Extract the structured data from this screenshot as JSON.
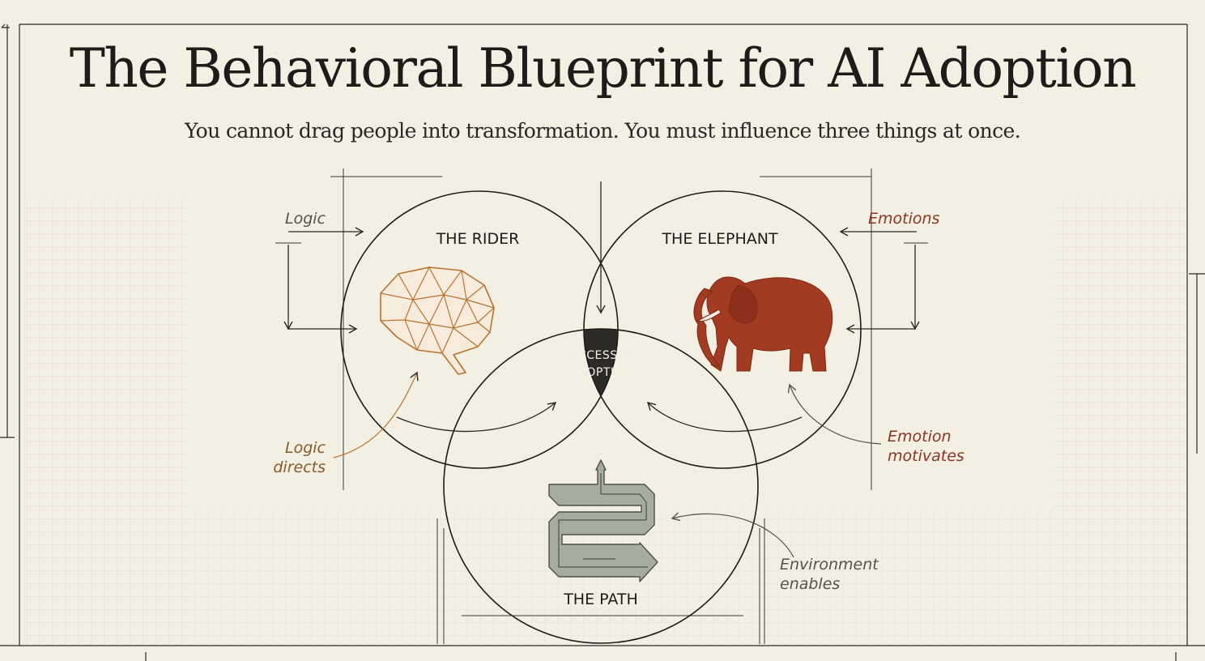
{
  "title": "The Behavioral Blueprint for AI Adoption",
  "subtitle": "You cannot drag people into transformation. You must influence three things at once.",
  "circles": {
    "rider": "THE RIDER",
    "elephant": "THE ELEPHANT",
    "path": "THE PATH"
  },
  "center": {
    "line1": "SUCCESSFUL",
    "line2": "ADOPTION"
  },
  "annotations": {
    "logic": "Logic",
    "emotions": "Emotions",
    "logic_directs_1": "Logic",
    "logic_directs_2": "directs",
    "emotion_motivates_1": "Emotion",
    "emotion_motivates_2": "motivates",
    "environment_enables_1": "Environment",
    "environment_enables_2": "enables"
  },
  "colors": {
    "background": "#f3efe3",
    "ink": "#1e1c18",
    "brain": "#b8742e",
    "elephant": "#a33a22",
    "path": "#a7ad9c",
    "annotation_warm": "#8a5a2a",
    "annotation_red": "#8a3424",
    "annotation_gray": "#55534e"
  },
  "icons": [
    "brain-icon",
    "elephant-icon",
    "winding-path-icon"
  ]
}
